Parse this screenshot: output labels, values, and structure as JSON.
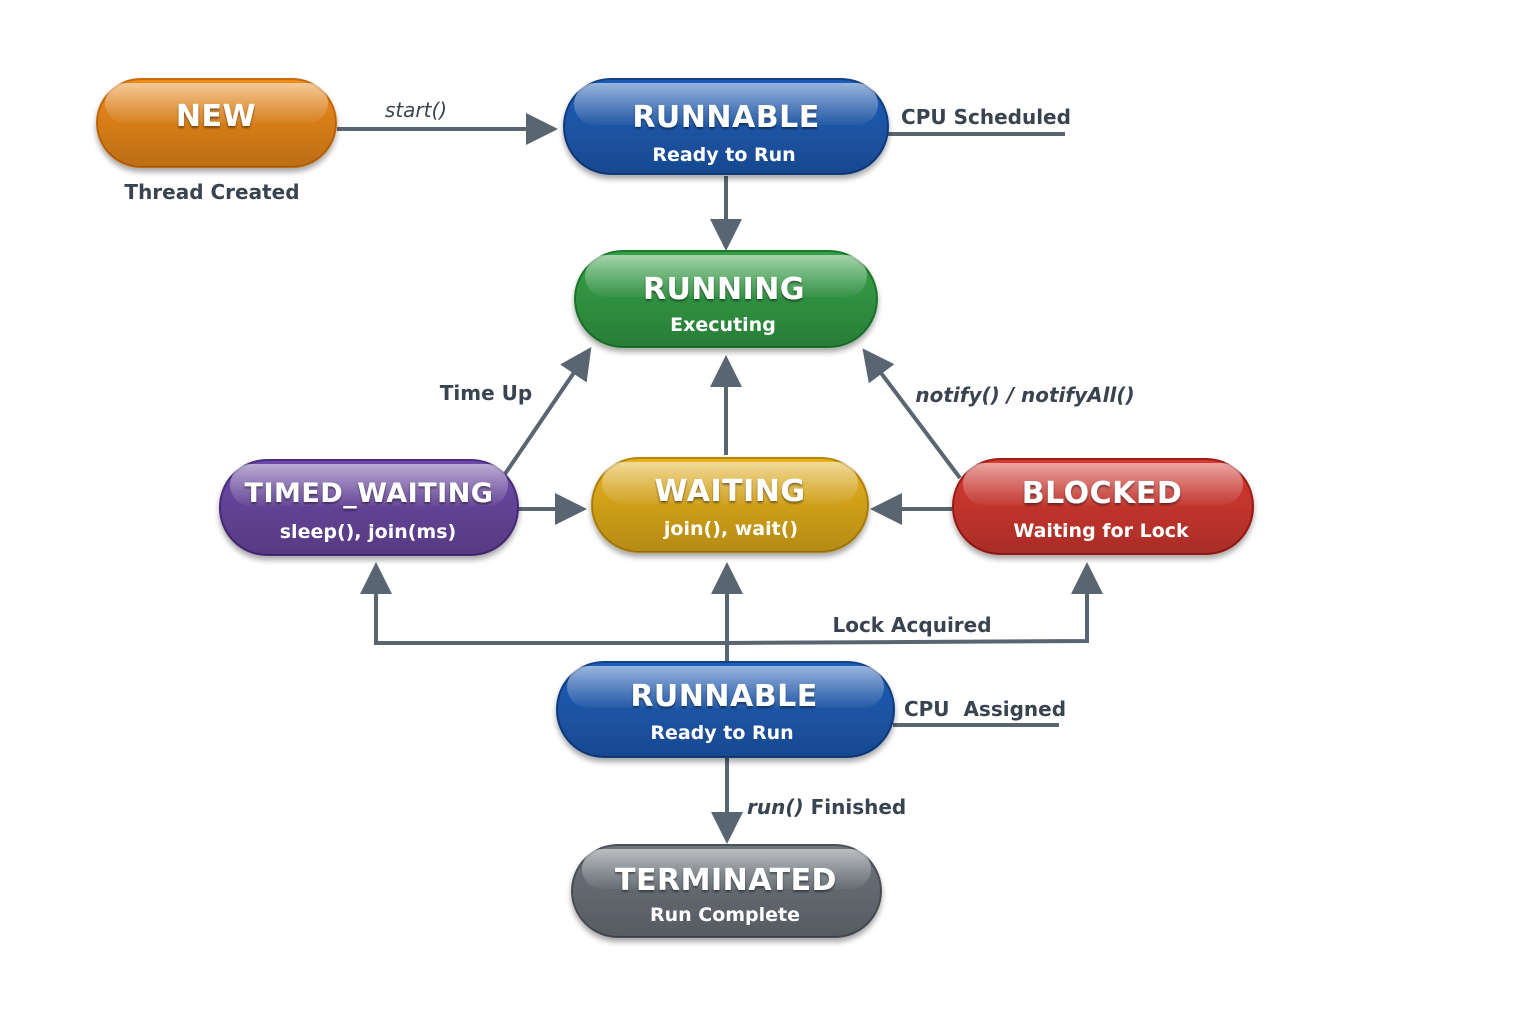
{
  "states": {
    "new": {
      "name": "NEW",
      "caption": "Thread Created",
      "color": "#f08c1c"
    },
    "runnable_top": {
      "name": "RUNNABLE",
      "subtitle": "Ready to Run",
      "color": "#1f5eb8"
    },
    "running": {
      "name": "RUNNING",
      "subtitle": "Executing",
      "color": "#35a147"
    },
    "timed_waiting": {
      "name": "TIMED_WAITING",
      "subtitle": "sleep(), join(ms)",
      "color": "#6e4aa6"
    },
    "waiting": {
      "name": "WAITING",
      "subtitle": "join(), wait()",
      "color": "#e8b21c"
    },
    "blocked": {
      "name": "BLOCKED",
      "subtitle": "Waiting for Lock",
      "color": "#d83a32"
    },
    "runnable_bottom": {
      "name": "RUNNABLE",
      "subtitle": "Ready to Run",
      "color": "#1f5eb8"
    },
    "terminated": {
      "name": "TERMINATED",
      "subtitle": "Run Complete",
      "color": "#6d757c"
    }
  },
  "transitions": {
    "start": "start()",
    "cpu_scheduled": "CPU Scheduled",
    "time_up": "Time Up",
    "notify": "notify() / notifyAll()",
    "lock_acquired": "Lock Acquired",
    "cpu_assigned": "CPU  Assigned",
    "run_finished_code": "run()",
    "run_finished_text": " Finished"
  },
  "colors": {
    "connector": "#5a6572",
    "label_text": "#3a4350"
  }
}
